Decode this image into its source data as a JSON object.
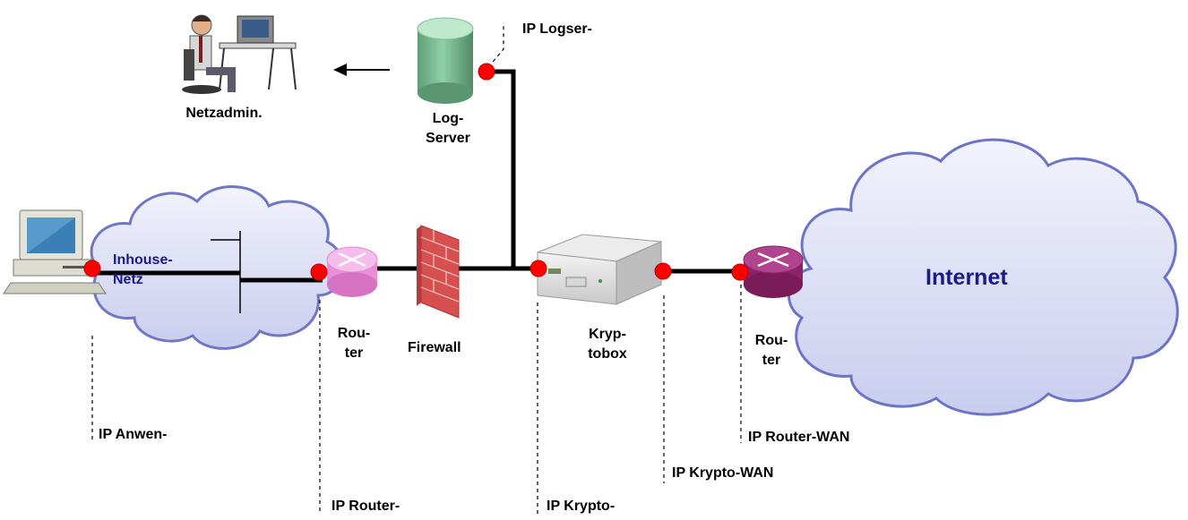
{
  "labels": {
    "netzadmin": "Netzadmin.",
    "log_server": "Log-\nServer",
    "ip_logserver": "IP Logser-",
    "inhouse_net": "Inhouse-\nNetz",
    "internet": "Internet",
    "router_left": "Rou-\nter",
    "firewall": "Firewall",
    "kryptobox": "Kryp-\ntobox",
    "router_right": "Rou-\nter",
    "ip_anwender": "IP Anwen-",
    "ip_router_lan": "IP Router-",
    "ip_krypto_lan": "IP Krypto-",
    "ip_krypto_wan": "IP Krypto-WAN",
    "ip_router_wan": "IP Router-WAN"
  },
  "colors": {
    "line": "#000000",
    "endpoint_dot": "#ff0000",
    "cloud_fill": "#e4e6f8",
    "cloud_edge": "#6b74c9",
    "log_server": "#7fbf95",
    "log_server_top": "#bfe8cc",
    "router_left": "#f2a6e6",
    "router_right": "#a0307a",
    "firewall": "#d94b4b",
    "internet_text": "#1a1a8c"
  }
}
